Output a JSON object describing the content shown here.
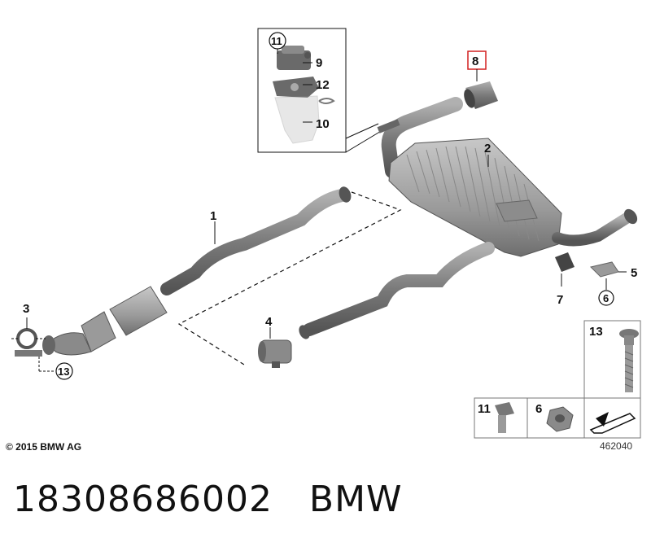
{
  "callouts": {
    "c1": "1",
    "c2": "2",
    "c3": "3",
    "c4": "4",
    "c5": "5",
    "c6": "6",
    "c7": "7",
    "c8": "8",
    "c9": "9",
    "c10": "10",
    "c11": "11",
    "c12": "12",
    "c13": "13"
  },
  "legend": {
    "box13": "13",
    "box11": "11",
    "box6": "6"
  },
  "footer": {
    "copyright": "© 2015 BMW AG",
    "diagram_id": "462040"
  },
  "caption": {
    "part_number": "18308686002",
    "brand": "BMW"
  },
  "colors": {
    "part_gray": "#8a8a8a",
    "part_dark": "#5a5a5a",
    "highlight_box": "#d22020",
    "line": "#111111"
  }
}
